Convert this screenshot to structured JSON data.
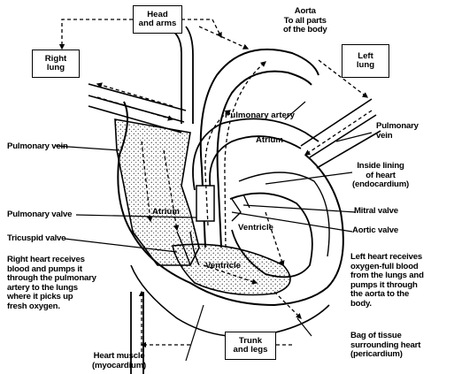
{
  "boxes": {
    "head_arms": "Head\nand arms",
    "right_lung": "Right\nlung",
    "left_lung": "Left\nlung",
    "trunk_legs": "Trunk\nand legs"
  },
  "labels": {
    "aorta": "Aorta\nTo all parts\nof the body",
    "pulmonary_artery": "Pulmonary artery",
    "pulmonary_vein_right": "Pulmonary\nvein",
    "pulmonary_vein_left": "Pulmonary vein",
    "atrium_upper": "Atrium",
    "atrium_lower": "Atrium",
    "ventricle_left": "Ventricle",
    "ventricle_right": "Ventricle",
    "inside_lining": "Inside lining\nof heart\n(endocardium)",
    "mitral_valve": "Mitral valve",
    "aortic_valve": "Aortic valve",
    "pulmonary_valve": "Pulmonary valve",
    "tricuspid_valve": "Tricuspid valve",
    "right_heart_text": "Right heart receives\nblood and pumps it\nthrough the pulmonary\nartery to the lungs\nwhere it picks up\nfresh oxygen.",
    "left_heart_text": "Left heart receives\noxygen-full blood\nfrom the lungs and\npumps it through\nthe aorta to the\nbody.",
    "pericardium": "Bag of tissue\nsurrounding heart\n(pericardium)",
    "heart_muscle": "Heart muscle\n(myocardium)"
  }
}
